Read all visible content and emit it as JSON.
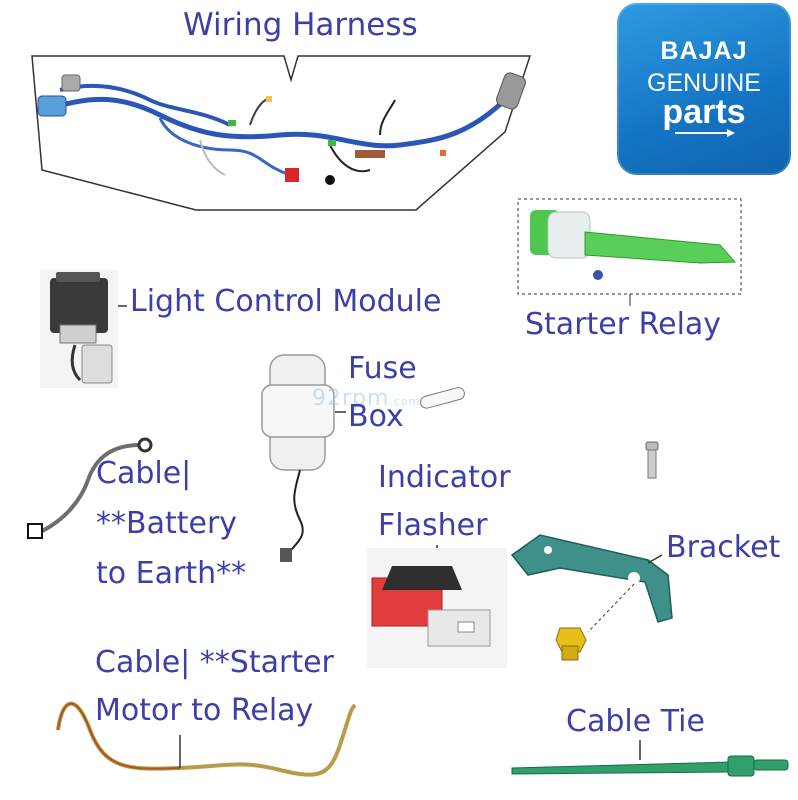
{
  "brand": {
    "line1": "BAJAJ",
    "line2": "GENUINE",
    "line3": "parts",
    "color": "#1a7fd0"
  },
  "watermark": {
    "main": "92rpm",
    "suffix": ".com"
  },
  "labels": {
    "wiring_harness": "Wiring Harness",
    "light_control_module": "Light Control Module",
    "starter_relay": "Starter Relay",
    "fuse_line1": "Fuse",
    "fuse_line2": "Box",
    "indicator_line1": "Indicator",
    "indicator_line2": "Flasher",
    "battery_line1": "Cable|",
    "battery_line2": "**Battery",
    "battery_line3": "to Earth**",
    "bracket": "Bracket",
    "starter_cable_line1": "Cable| **Starter",
    "starter_cable_line2": "Motor to Relay",
    "cable_tie": "Cable Tie"
  },
  "colors": {
    "label_text": "#3d3fa8",
    "harness_blue": "#2a56b8",
    "relay_green": "#4fc64f",
    "bracket_teal": "#3f8f8a",
    "cable_tie_green": "#2fa06a",
    "flasher_red": "#e23c3c"
  }
}
